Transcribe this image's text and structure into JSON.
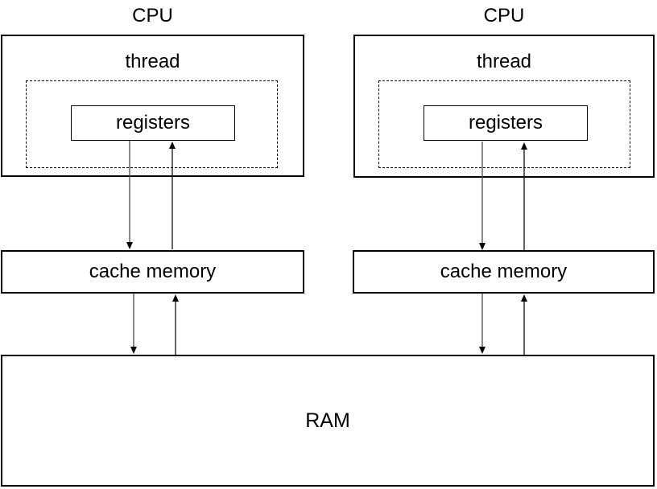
{
  "diagram": {
    "cpus": [
      {
        "title": "CPU",
        "thread_label": "thread",
        "registers_label": "registers",
        "cache_label": "cache memory"
      },
      {
        "title": "CPU",
        "thread_label": "thread",
        "registers_label": "registers",
        "cache_label": "cache memory"
      }
    ],
    "ram_label": "RAM",
    "connections": [
      {
        "from": "registers",
        "to": "cache memory",
        "cpu_index": 0,
        "bidirectional": true
      },
      {
        "from": "cache memory",
        "to": "RAM",
        "cpu_index": 0,
        "bidirectional": true
      },
      {
        "from": "registers",
        "to": "cache memory",
        "cpu_index": 1,
        "bidirectional": true
      },
      {
        "from": "cache memory",
        "to": "RAM",
        "cpu_index": 1,
        "bidirectional": true
      }
    ],
    "colors": {
      "line": "#000000",
      "background": "#ffffff",
      "text": "#000000"
    }
  }
}
